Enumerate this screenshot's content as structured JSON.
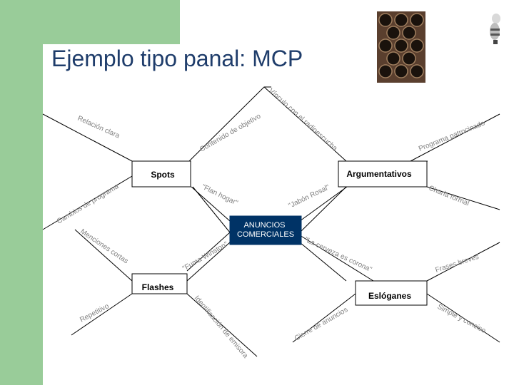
{
  "slide": {
    "title": "Ejemplo tipo panal: MCP"
  },
  "diagram": {
    "center": "ANUNCIOS\nCOMERCIALES",
    "categories": {
      "spots": "Spots",
      "argumentativos": "Argumentativos",
      "flashes": "Flashes",
      "eslóganes": "Eslóganes"
    },
    "labels": {
      "vinculo": "Vínculo con el radioescucha",
      "relacion": "Relación clara",
      "contenido": "Contenido de objetivo",
      "programa_patrocinado": "Programa patrocinado",
      "cambios_programa": "Cambios de programa",
      "menciones_cortas": "Menciones cortas",
      "flan_hogar": "\"Flan hogar\"",
      "jabon_rosal": "\"Jabón Rosal\"",
      "charla_formal": "Charla formal",
      "fuma_winston": "\"Fuma Winston\"",
      "cerveza_corona": "\"La cerveza es corona\"",
      "frases_breves": "Frases breves",
      "repetitivo": "Repetitivo",
      "identificacion_emisora": "Identificación de emisora",
      "cierre_anuncios": "Cierre de anuncios",
      "simple_conciso": "Simple y conciso"
    }
  },
  "colors": {
    "green_band": "#99cc99",
    "title": "#1f3d6b",
    "center_box": "#003366",
    "node_fill": "#ffffff",
    "line": "#000000",
    "text": "#7f7f7f",
    "honeycomb": "#3a2a1f"
  },
  "icons": [
    "honeycomb-image-icon",
    "bee-icon"
  ]
}
